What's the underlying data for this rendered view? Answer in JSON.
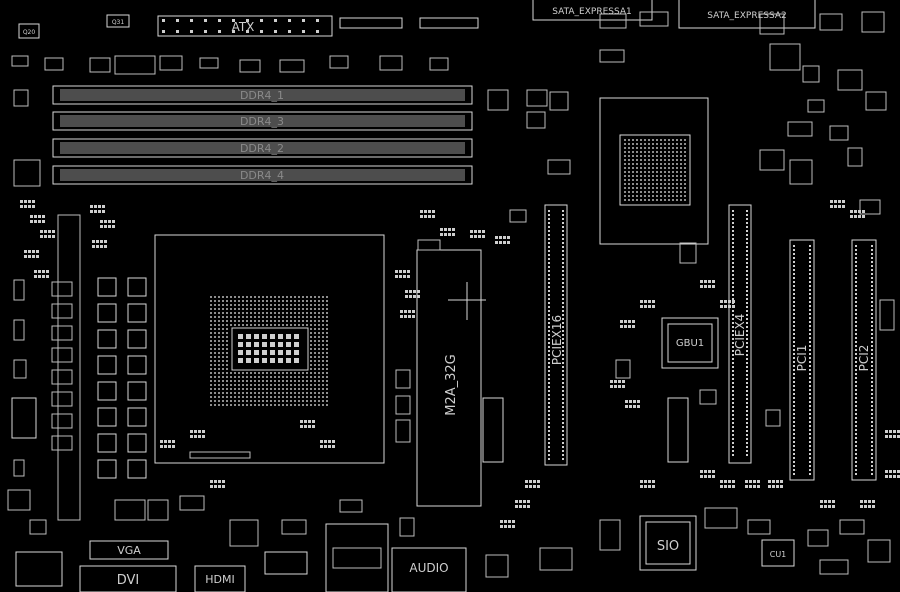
{
  "labels": {
    "atx": "ATX",
    "sata_expressa1": "SATA_EXPRESSA1",
    "sata_expressa2": "SATA_EXPRESSA2",
    "ddr4_1": "DDR4_1",
    "ddr4_3": "DDR4_3",
    "ddr4_2": "DDR4_2",
    "ddr4_4": "DDR4_4",
    "m2a_32g": "M2A_32G",
    "pciex16": "PCIEX16",
    "pciex4": "PCIEX4",
    "pci1": "PCI1",
    "pci2": "PCI2",
    "gbu1": "GBU1",
    "sio": "SIO",
    "vga": "VGA",
    "dvi": "DVI",
    "hdmi": "HDMI",
    "audio": "AUDIO",
    "cu1": "CU1",
    "q31": "Q31",
    "q20": "Q20"
  },
  "colors": {
    "background": "#000000",
    "trace": "#d8d8d8",
    "dim": "#8d8d8d"
  }
}
